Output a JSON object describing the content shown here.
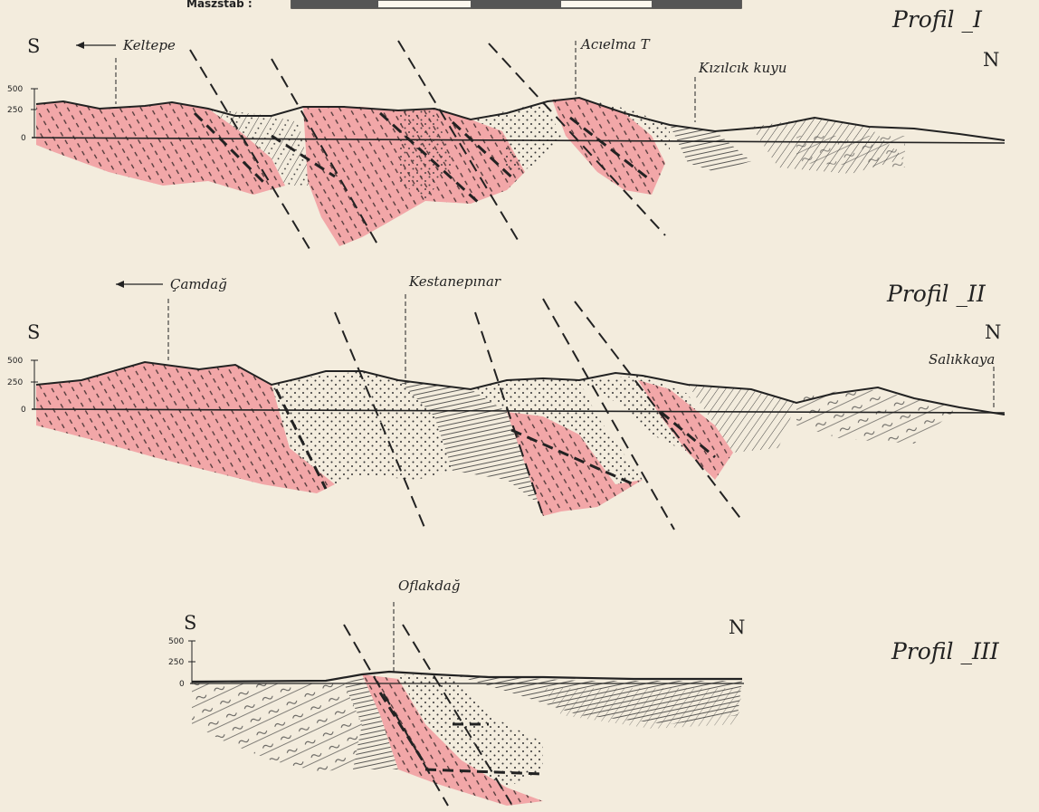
{
  "scale_label": "Maszstab :",
  "colors": {
    "paper": "#f3ecdd",
    "granite": "#f2a7a8",
    "ink": "#222222"
  },
  "profiles": [
    {
      "title": "Profil _I",
      "south": "S",
      "north": "N",
      "scale": [
        "500",
        "250",
        "0"
      ],
      "places": [
        "Keltepe",
        "Acıelma T",
        "Kızılcık kuyu"
      ]
    },
    {
      "title": "Profil _II",
      "south": "S",
      "north": "N",
      "scale": [
        "500",
        "250",
        "0"
      ],
      "places": [
        "Çamdağ",
        "Kestanepınar",
        "Salıkkaya"
      ]
    },
    {
      "title": "Profil _III",
      "south": "S",
      "north": "N",
      "scale": [
        "500",
        "250",
        "0"
      ],
      "places": [
        "Oflakdağ"
      ]
    }
  ]
}
